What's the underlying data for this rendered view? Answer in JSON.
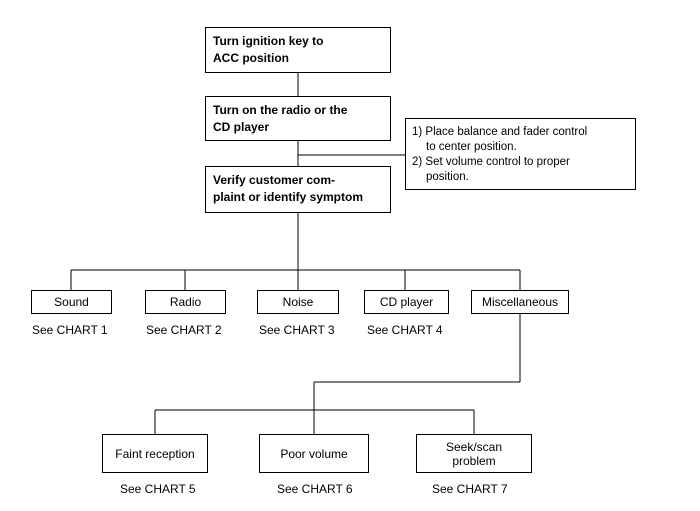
{
  "steps": [
    {
      "line1": "Turn ignition key to",
      "line2": "ACC position"
    },
    {
      "line1": "Turn on the radio or the",
      "line2": "CD player"
    },
    {
      "line1": "Verify customer com-",
      "line2": "plaint  or identify symptom"
    }
  ],
  "note": {
    "l1": "1) Place balance and fader control",
    "l2": "to center position.",
    "l3": "2) Set volume control to proper",
    "l4": "position."
  },
  "symptoms": [
    {
      "label": "Sound",
      "chart": "See CHART 1"
    },
    {
      "label": "Radio",
      "chart": "See CHART 2"
    },
    {
      "label": "Noise",
      "chart": "See CHART 3"
    },
    {
      "label": "CD player",
      "chart": "See CHART 4"
    },
    {
      "label": "Miscellaneous",
      "chart": ""
    }
  ],
  "misc": [
    {
      "label1": "Faint reception",
      "label2": "",
      "chart": "See CHART 5"
    },
    {
      "label1": "Poor volume",
      "label2": "",
      "chart": "See CHART 6"
    },
    {
      "label1": "Seek/scan",
      "label2": "problem",
      "chart": "See CHART 7"
    }
  ]
}
